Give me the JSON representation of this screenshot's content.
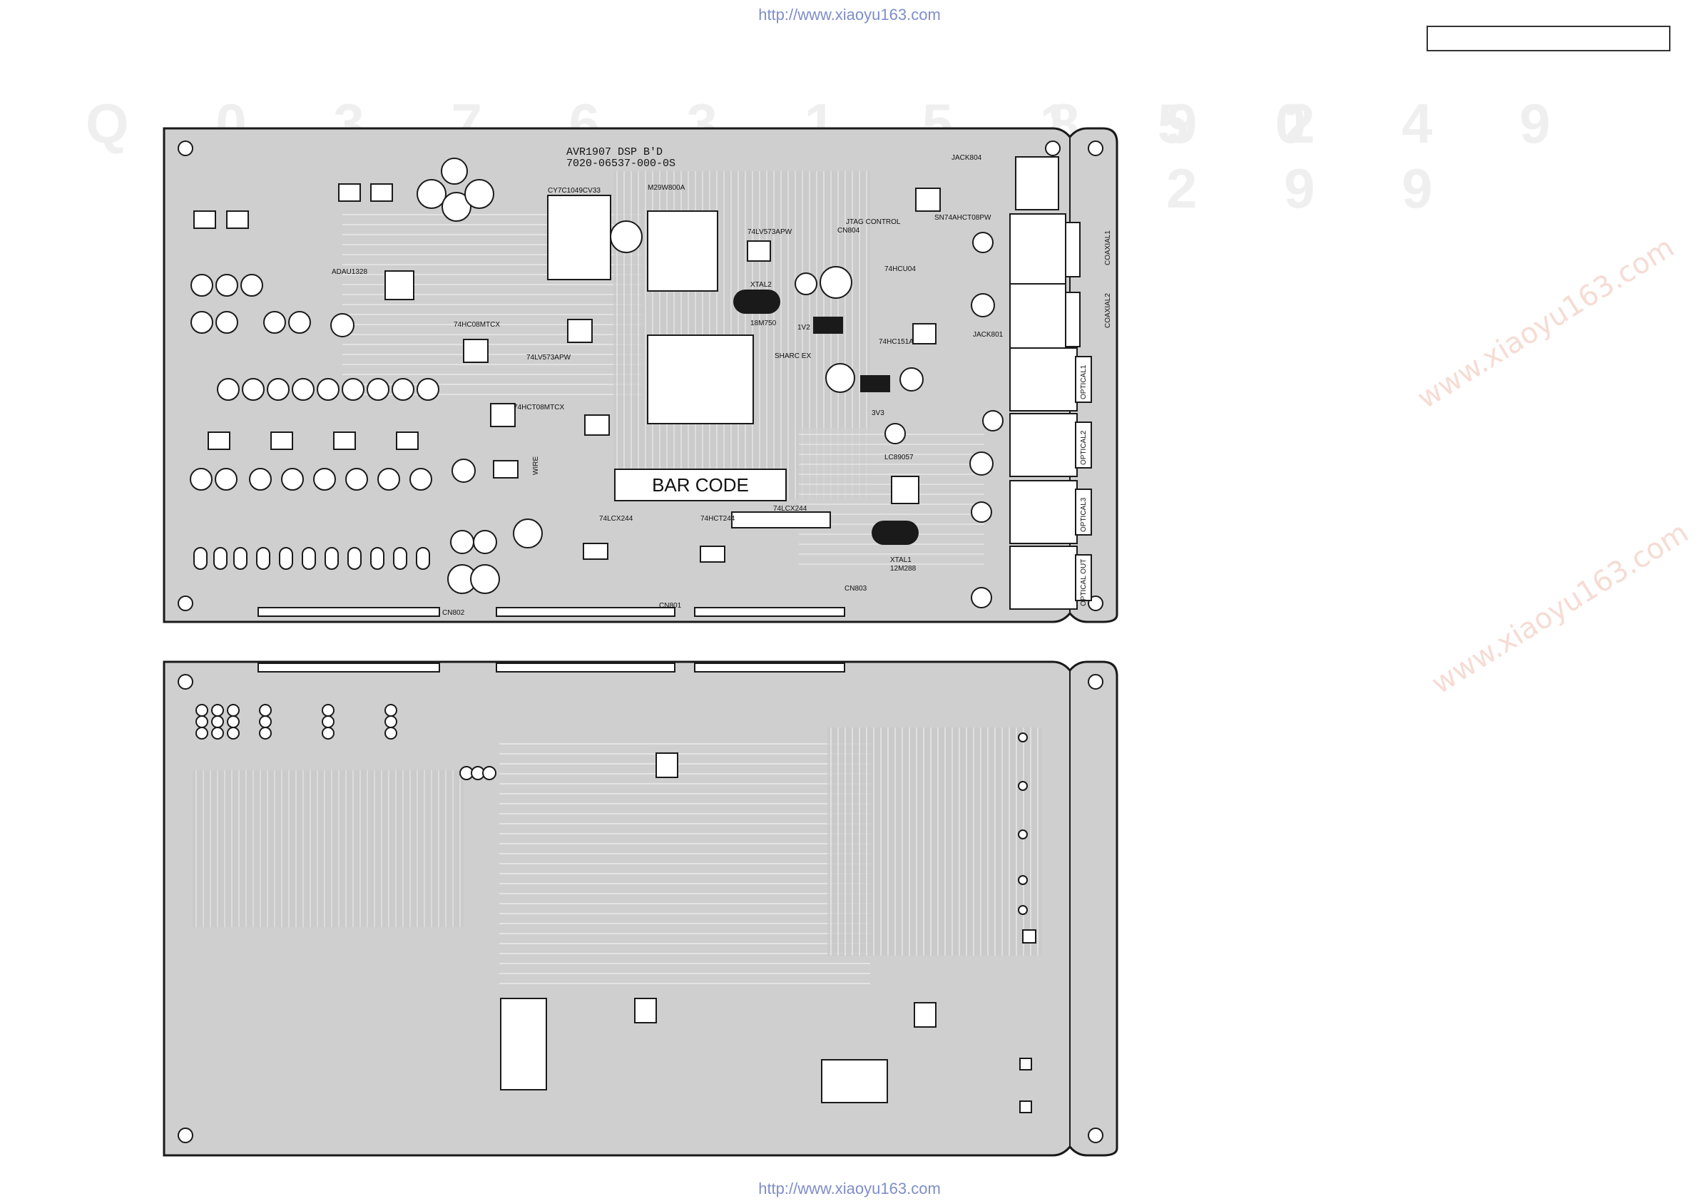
{
  "header": {
    "url": "http://www.xiaoyu163.com"
  },
  "footer": {
    "url": "http://www.xiaoyu163.com"
  },
  "board": {
    "title_line1": "AVR1907 DSP B'D",
    "title_line2": "7020-06537-000-0S",
    "bar_code": "BAR CODE",
    "wire": "WIRE"
  },
  "chips": [
    {
      "name": "CY7C1049CV33"
    },
    {
      "name": "M29W800A"
    },
    {
      "name": "74LV573APW"
    },
    {
      "name": "74LV573APW"
    },
    {
      "name": "74HC151A"
    },
    {
      "name": "74HCU04"
    },
    {
      "name": "74LCX244"
    },
    {
      "name": "74LCX244"
    },
    {
      "name": "74HCT244"
    },
    {
      "name": "74HCT08MTCX"
    },
    {
      "name": "74HC08MTCX"
    },
    {
      "name": "SN74AHCT08PW"
    },
    {
      "name": "LC89057"
    },
    {
      "name": "ADAU1328"
    }
  ],
  "jacks": [
    {
      "label": "COAXIAL1"
    },
    {
      "label": "COAXIAL2"
    },
    {
      "label": "OPTICAL1"
    },
    {
      "label": "OPTICAL2"
    },
    {
      "label": "OPTICAL3"
    },
    {
      "label": "OPTICAL OUT"
    }
  ],
  "headers": [
    {
      "ref": "CN802"
    },
    {
      "ref": "CN801"
    },
    {
      "ref": "CN803"
    },
    {
      "ref": "CN804"
    }
  ],
  "crystals": [
    {
      "label": "XTAL2"
    },
    {
      "label": "XTAL1"
    }
  ],
  "parts": [
    {
      "label": "12M288"
    },
    {
      "label": "SHARC EX"
    },
    {
      "label": "JTAG CONTROL"
    },
    {
      "label": "JACK804"
    },
    {
      "label": "JACK801"
    },
    {
      "label": "3V3"
    },
    {
      "label": "1V2"
    },
    {
      "label": "18M750"
    }
  ],
  "colors": {
    "board": "#cfcfcf",
    "trace": "#ffffff",
    "outline": "#1a1a1a",
    "component": "#ffffff",
    "url": "#7f8ec9"
  },
  "watermarks": [
    {
      "text": "Q 0 3 7 6 3 1 5 1 5 0"
    },
    {
      "text": "8 9 2 4 9 8 2 9 9"
    },
    {
      "text": "www.xiaoyu163.com"
    }
  ]
}
